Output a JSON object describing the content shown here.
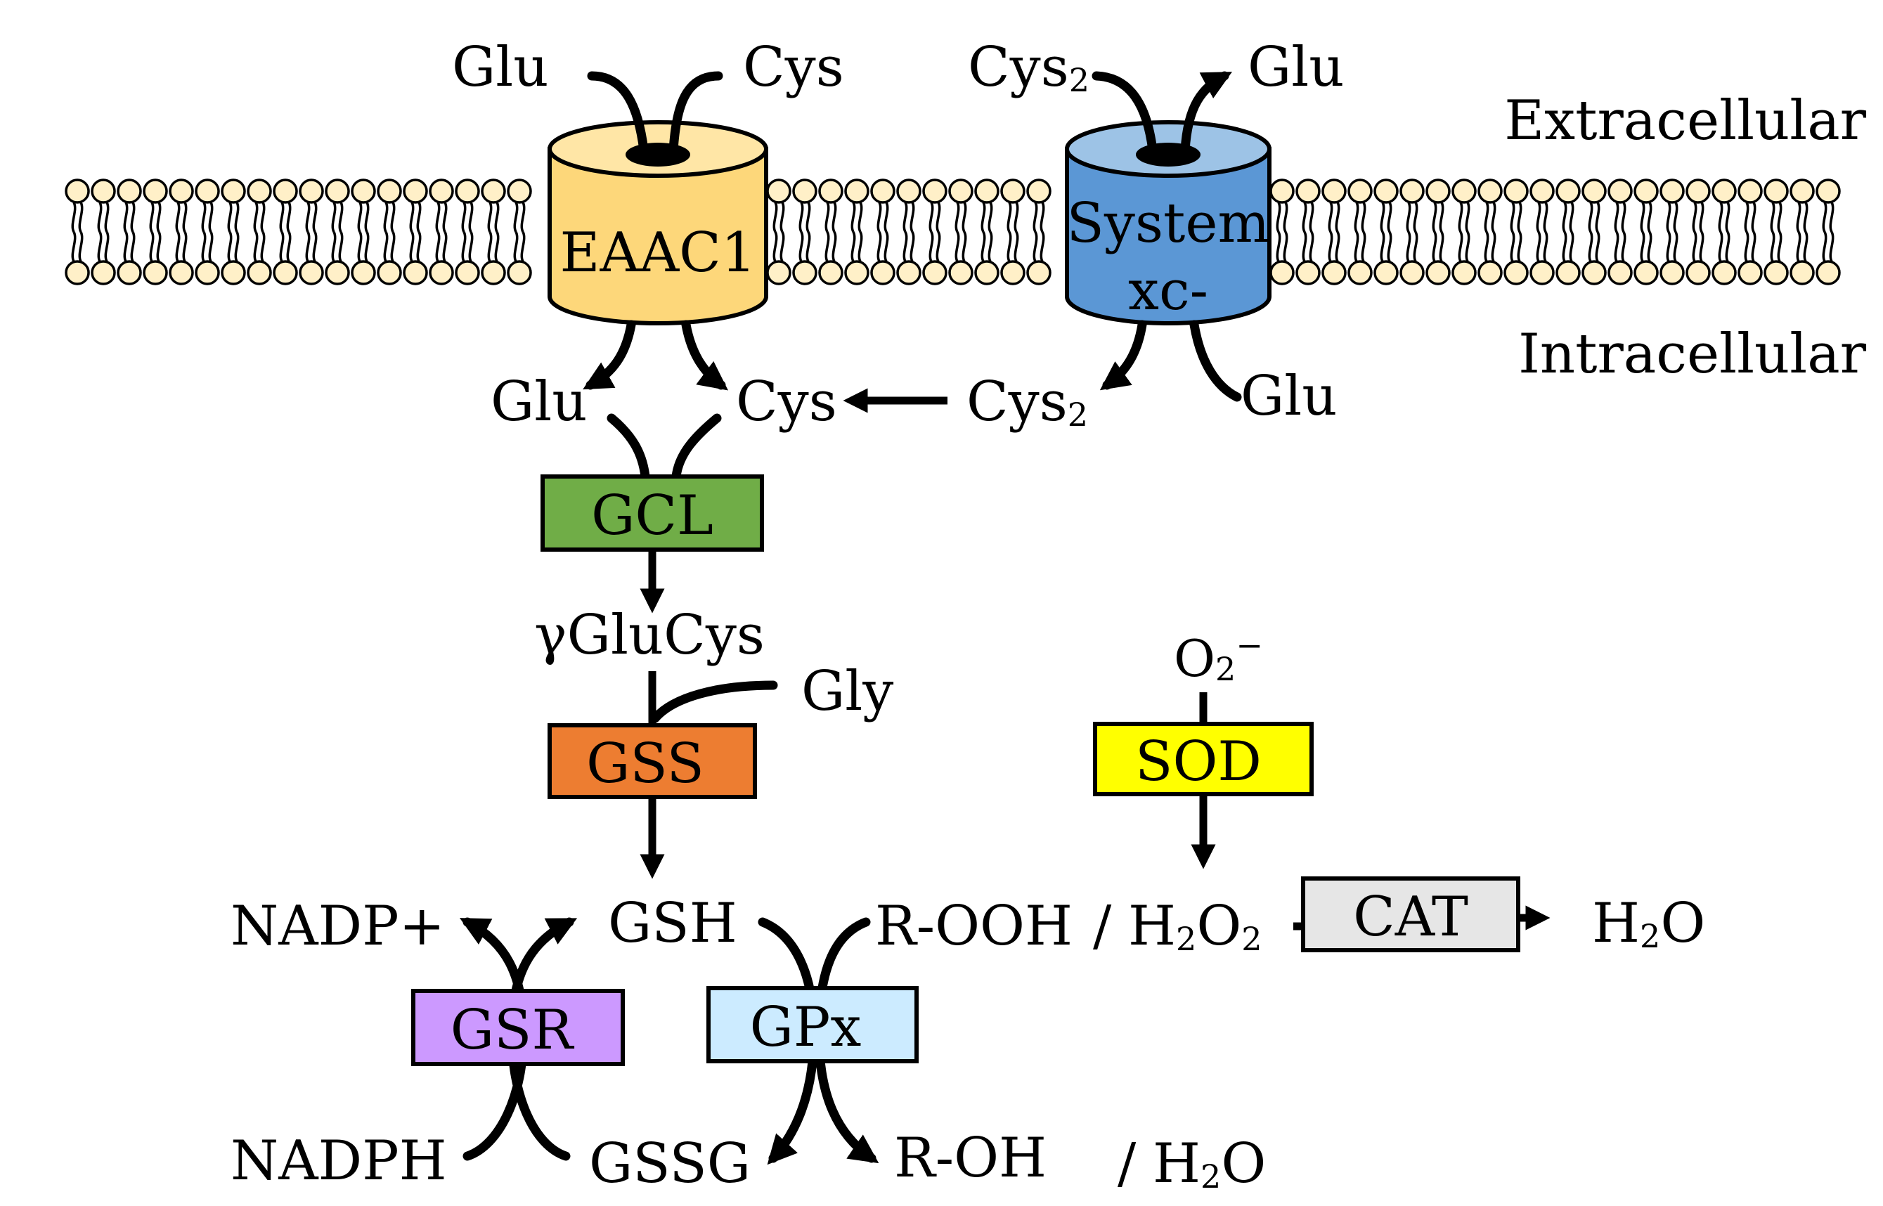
{
  "regions": {
    "extracellular": "Extracellular",
    "intracellular": "Intracellular"
  },
  "transporters": {
    "eaac1": {
      "label": "EAAC1",
      "color": "#FDD77A",
      "top_color": "#FFE6A6"
    },
    "system_xc": {
      "label_line1": "System",
      "label_line2": "xc-",
      "color": "#5B97D5",
      "top_color": "#9DC3E6"
    }
  },
  "membrane": {
    "head_color": "#FFF0C8"
  },
  "metabolites": {
    "glu_out_eaac1": "Glu",
    "cys_out_eaac1": "Cys",
    "cys2_out_xc": "Cys",
    "cys2_out_xc_sub": "2",
    "glu_out_xc": "Glu",
    "glu_in_eaac1": "Glu",
    "cys_in_eaac1": "Cys",
    "cys2_in_xc": "Cys",
    "cys2_in_xc_sub": "2",
    "glu_in_xc": "Glu",
    "gamma_glucys": "γGluCys",
    "gly": "Gly",
    "o2": "O",
    "o2_sub": "2",
    "o2_sup": "−",
    "gsh": "GSH",
    "nadp_plus": "NADP+",
    "nadph": "NADPH",
    "gssg": "GSSG",
    "r_ooh": "R-OOH",
    "slash1": "/",
    "h2o2_a": "H",
    "h2o2_sub1": "2",
    "h2o2_b": "O",
    "h2o2_sub2": "2",
    "h2o_cat_a": "H",
    "h2o_cat_sub": "2",
    "h2o_cat_b": "O",
    "r_oh": "R-OH",
    "slash2": "/",
    "h2o_gpx_a": "H",
    "h2o_gpx_sub": "2",
    "h2o_gpx_b": "O"
  },
  "enzymes": {
    "gcl": {
      "label": "GCL",
      "color": "#70AD47"
    },
    "gss": {
      "label": "GSS",
      "color": "#ED7D31"
    },
    "sod": {
      "label": "SOD",
      "color": "#FFFF00"
    },
    "cat": {
      "label": "CAT",
      "color": "#E6E6E6"
    },
    "gsr": {
      "label": "GSR",
      "color": "#CC99FF"
    },
    "gpx": {
      "label": "GPx",
      "color": "#CCEBFF"
    }
  }
}
